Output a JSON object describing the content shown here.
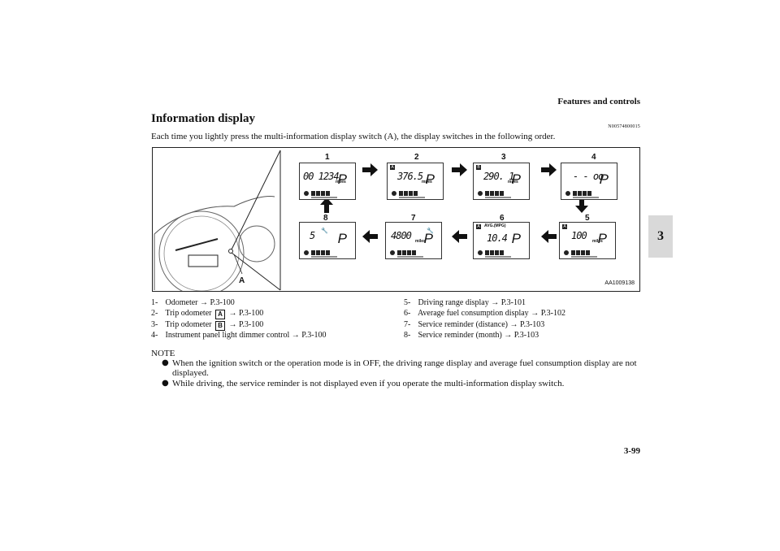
{
  "header": {
    "section_title": "Features and controls",
    "chapter_tab": "3",
    "page_number": "3-99"
  },
  "section": {
    "title": "Information display",
    "code": "N00574800015",
    "intro": "Each time you lightly press the multi-information display switch (A), the display switches in the following order."
  },
  "figure": {
    "id": "AA1009138",
    "switch_label": "A",
    "displays": [
      {
        "num": "1",
        "value": "00 1234",
        "unit": "miles",
        "tag": "",
        "extra": ""
      },
      {
        "num": "2",
        "value": "376.5",
        "unit": "miles",
        "tag": "A",
        "extra": ""
      },
      {
        "num": "3",
        "value": "290. 1",
        "unit": "miles",
        "tag": "B",
        "extra": ""
      },
      {
        "num": "4",
        "value": "- - oo",
        "unit": "",
        "tag": "",
        "extra": ""
      },
      {
        "num": "5",
        "value": "100",
        "unit": "miles",
        "tag": "A",
        "extra": ""
      },
      {
        "num": "6",
        "value": "10.4",
        "unit": "",
        "tag": "A",
        "extra": "AVG.(MPG)"
      },
      {
        "num": "7",
        "value": "4800",
        "unit": "miles",
        "tag": "",
        "extra": "wrench"
      },
      {
        "num": "8",
        "value": "5",
        "unit": "",
        "tag": "",
        "extra": "wrench"
      }
    ]
  },
  "list_left": [
    {
      "num": "1-",
      "text": "Odometer",
      "arrow": "→",
      "ref": "P.3-100",
      "box": ""
    },
    {
      "num": "2-",
      "text": "Trip odometer",
      "arrow": "→",
      "ref": "P.3-100",
      "box": "A"
    },
    {
      "num": "3-",
      "text": "Trip odometer",
      "arrow": "→",
      "ref": "P.3-100",
      "box": "B"
    },
    {
      "num": "4-",
      "text": "Instrument panel light dimmer control",
      "arrow": "→",
      "ref": "P.3-100",
      "box": ""
    }
  ],
  "list_right": [
    {
      "num": "5-",
      "text": "Driving range display",
      "arrow": "→",
      "ref": "P.3-101"
    },
    {
      "num": "6-",
      "text": "Average fuel consumption display",
      "arrow": "→",
      "ref": "P.3-102"
    },
    {
      "num": "7-",
      "text": "Service reminder (distance)",
      "arrow": "→",
      "ref": "P.3-103"
    },
    {
      "num": "8-",
      "text": "Service reminder (month)",
      "arrow": "→",
      "ref": "P.3-103"
    }
  ],
  "note": {
    "label": "NOTE",
    "bullet": "●",
    "items": [
      "When the ignition switch or the operation mode is in OFF, the driving range display and average fuel consumption display are not displayed.",
      "While driving, the service reminder is not displayed even if you operate the multi-information display switch."
    ]
  }
}
